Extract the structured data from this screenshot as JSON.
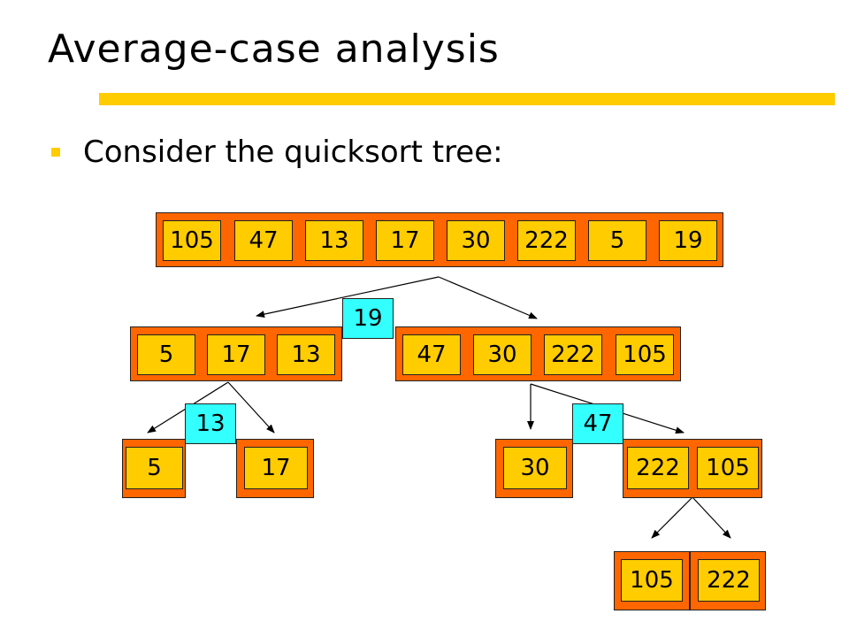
{
  "slide": {
    "title": "Average-case analysis",
    "bullet": "Consider the quicksort tree:"
  },
  "colors": {
    "title_rule": "#FFCC00",
    "bullet_marker": "#FFCC00",
    "array_frame": "#FF6600",
    "array_cell": "#FFCC00",
    "pivot_box": "#33FFFF"
  },
  "tree": {
    "root": [
      "105",
      "47",
      "13",
      "17",
      "30",
      "222",
      "5",
      "19"
    ],
    "level1": {
      "left": [
        "5",
        "17",
        "13"
      ],
      "pivot": "19",
      "right": [
        "47",
        "30",
        "222",
        "105"
      ]
    },
    "level2": {
      "left_pivot": "13",
      "left_left": [
        "5"
      ],
      "left_right": [
        "17"
      ],
      "right_pivot": "47",
      "right_left": [
        "30"
      ],
      "right_right": [
        "222",
        "105"
      ]
    },
    "level3": {
      "left": [
        "105"
      ],
      "right": [
        "222"
      ]
    }
  }
}
